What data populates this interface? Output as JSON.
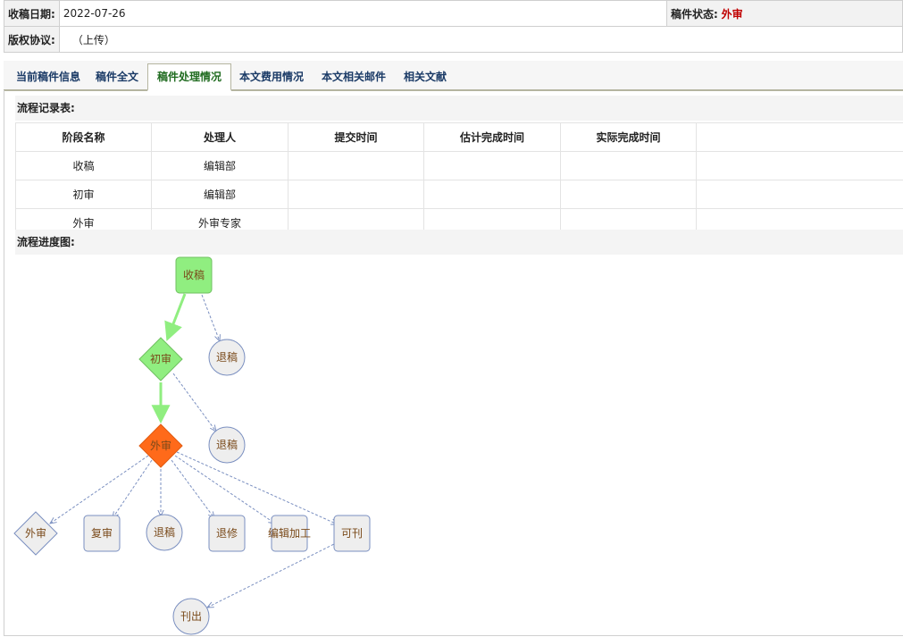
{
  "info": {
    "received_label": "收稿日期:",
    "received_value": "2022-07-26",
    "status_label": "稿件状态:",
    "status_value": "外审",
    "copyright_label": "版权协议:",
    "copyright_value": "（上传）"
  },
  "tabs": [
    {
      "label": "当前稿件信息"
    },
    {
      "label": "稿件全文"
    },
    {
      "label": "稿件处理情况"
    },
    {
      "label": "本文费用情况"
    },
    {
      "label": "本文相关邮件"
    },
    {
      "label": "相关文献"
    }
  ],
  "active_tab": 2,
  "flow_record": {
    "heading": "流程记录表:",
    "columns": [
      "阶段名称",
      "处理人",
      "提交时间",
      "估计完成时间",
      "实际完成时间",
      ""
    ],
    "rows": [
      [
        "收稿",
        "编辑部",
        "",
        "",
        "",
        ""
      ],
      [
        "初审",
        "编辑部",
        "",
        "",
        "",
        ""
      ],
      [
        "外审",
        "外审专家",
        "",
        "",
        "",
        ""
      ]
    ]
  },
  "flow_chart": {
    "heading": "流程进度图:",
    "nodes": {
      "receive": "收稿",
      "initial_review": "初审",
      "reject_1": "退稿",
      "external_review": "外审",
      "reject_2": "退稿",
      "external_again": "外审",
      "re_review": "复审",
      "reject_3": "退稿",
      "revise": "退修",
      "editing": "编辑加工",
      "accept": "可刊",
      "publish": "刊出"
    },
    "colors": {
      "done": "#90ee80",
      "current": "#ff6a1a",
      "pending": "#eeeeee",
      "node_border": "#7a8fc0",
      "done_arrow": "#90ee80",
      "pending_arrow": "#7a8fc0",
      "node_text": "#7a4a1a"
    }
  }
}
